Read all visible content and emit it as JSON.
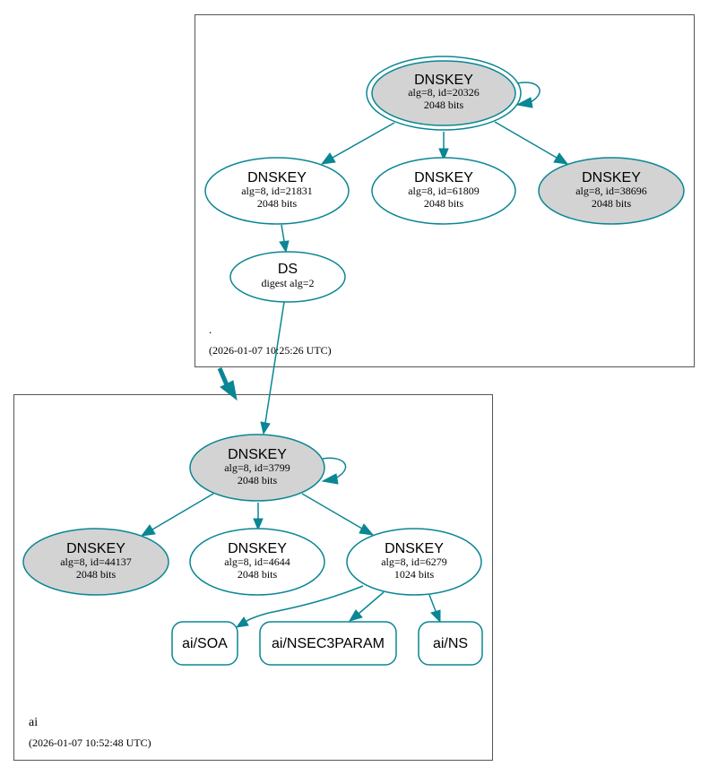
{
  "colors": {
    "edge": "#0a8694",
    "secure_entry_fill": "#d3d3d3",
    "plain_fill": "#ffffff",
    "zone_border": "#555555"
  },
  "zones": {
    "root": {
      "name": ".",
      "timestamp": "(2026-01-07 10:25:26 UTC)"
    },
    "ai": {
      "name": "ai",
      "timestamp": "(2026-01-07 10:52:48 UTC)"
    }
  },
  "nodes": {
    "root_ksk": {
      "title": "DNSKEY",
      "line1": "alg=8, id=20326",
      "line2": "2048 bits"
    },
    "root_zsk1": {
      "title": "DNSKEY",
      "line1": "alg=8, id=21831",
      "line2": "2048 bits"
    },
    "root_zsk2": {
      "title": "DNSKEY",
      "line1": "alg=8, id=61809",
      "line2": "2048 bits"
    },
    "root_ksk2": {
      "title": "DNSKEY",
      "line1": "alg=8, id=38696",
      "line2": "2048 bits"
    },
    "ai_ds": {
      "title": "DS",
      "line1": "digest alg=2"
    },
    "ai_ksk": {
      "title": "DNSKEY",
      "line1": "alg=8, id=3799",
      "line2": "2048 bits"
    },
    "ai_ksk2": {
      "title": "DNSKEY",
      "line1": "alg=8, id=44137",
      "line2": "2048 bits"
    },
    "ai_zsk1": {
      "title": "DNSKEY",
      "line1": "alg=8, id=4644",
      "line2": "2048 bits"
    },
    "ai_zsk2": {
      "title": "DNSKEY",
      "line1": "alg=8, id=6279",
      "line2": "1024 bits"
    }
  },
  "rrsets": {
    "soa": "ai/SOA",
    "nsec3param": "ai/NSEC3PARAM",
    "ns": "ai/NS"
  }
}
